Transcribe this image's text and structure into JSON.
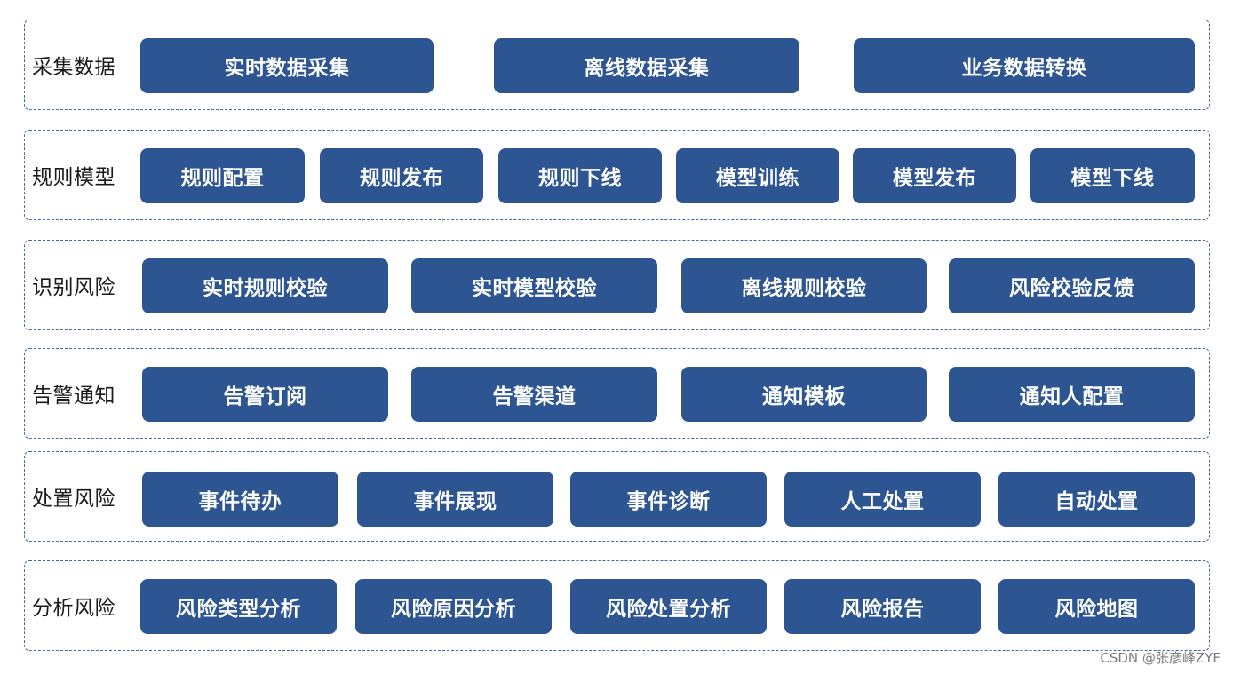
{
  "rows": [
    {
      "label": "采集数据",
      "items": [
        "实时数据采集",
        "离线数据采集",
        "业务数据转换"
      ]
    },
    {
      "label": "规则模型",
      "items": [
        "规则配置",
        "规则发布",
        "规则下线",
        "模型训练",
        "模型发布",
        "模型下线"
      ]
    },
    {
      "label": "识别风险",
      "items": [
        "实时规则校验",
        "实时模型校验",
        "离线规则校验",
        "风险校验反馈"
      ]
    },
    {
      "label": "告警通知",
      "items": [
        "告警订阅",
        "告警渠道",
        "通知模板",
        "通知人配置"
      ]
    },
    {
      "label": "处置风险",
      "items": [
        "事件待办",
        "事件展现",
        "事件诊断",
        "人工处置",
        "自动处置"
      ]
    },
    {
      "label": "分析风险",
      "items": [
        "风险类型分析",
        "风险原因分析",
        "风险处置分析",
        "风险报告",
        "风险地图"
      ]
    }
  ],
  "watermark": "CSDN @张彦峰ZYF",
  "colors": {
    "button_fill": "#2d5591",
    "border_dashed": "#3a6aa8",
    "label_text": "#1a1a1a"
  }
}
